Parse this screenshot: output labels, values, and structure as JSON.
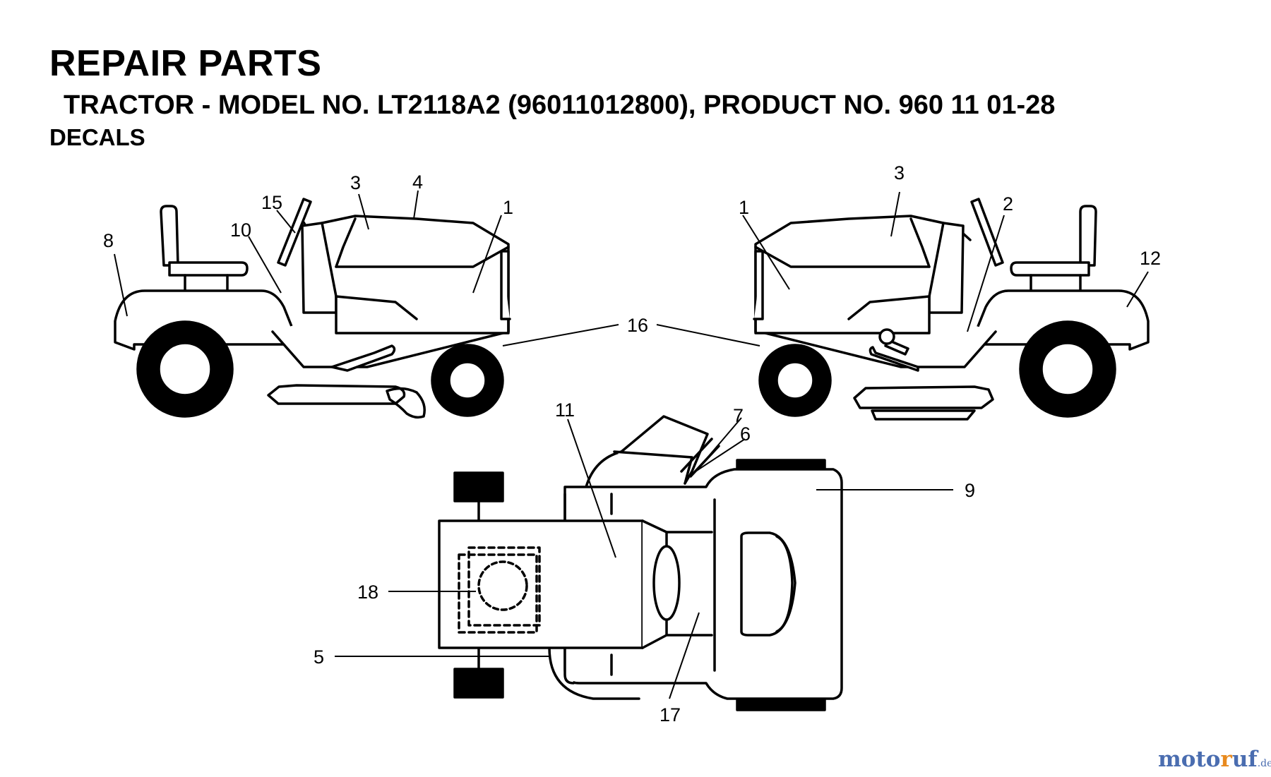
{
  "header": {
    "title": "REPAIR PARTS",
    "subtitle": "TRACTOR - MODEL NO. LT2118A2 (96011012800),  PRODUCT NO. 960 11 01-28",
    "section": "DECALS"
  },
  "callouts": {
    "c1a": "1",
    "c3a": "3",
    "c4": "4",
    "c15": "15",
    "c10": "10",
    "c8": "8",
    "c16": "16",
    "c1b": "1",
    "c3b": "3",
    "c2": "2",
    "c12": "12",
    "c11": "11",
    "c7": "7",
    "c6": "6",
    "c9": "9",
    "c18": "18",
    "c5": "5",
    "c17": "17"
  },
  "watermark": {
    "part1": "moto",
    "part2": "r",
    "part3": "uf",
    "part4": ".de"
  }
}
